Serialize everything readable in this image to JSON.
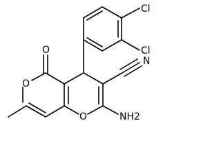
{
  "diagram": {
    "atom_labels": {
      "cl_upper": "Cl",
      "cl_lower": "Cl",
      "carbonyl_o": "O",
      "lactone_o": "O",
      "pyran_o": "O",
      "nitrile_n": "N",
      "amine_nh2": "NH2"
    },
    "colors": {
      "bond": "#000000",
      "label": "#000000",
      "background": "#ffffff"
    }
  }
}
